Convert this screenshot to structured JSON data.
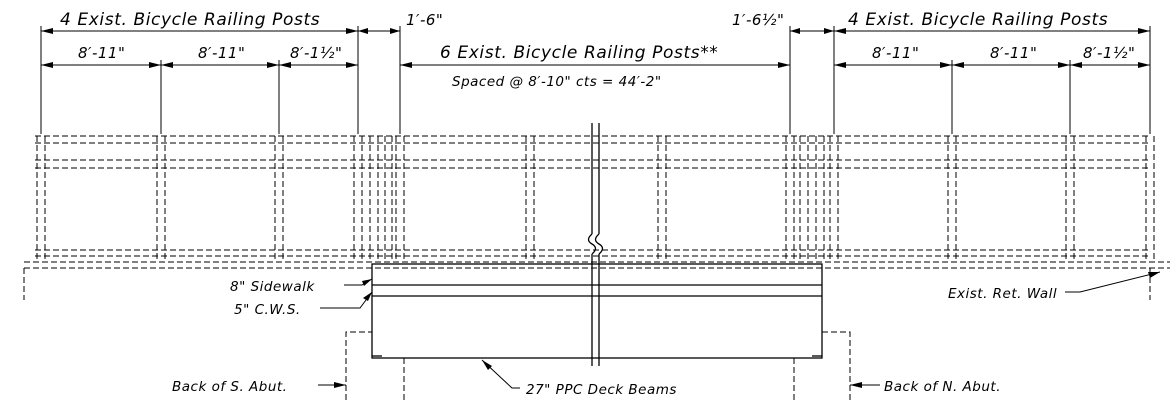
{
  "dimensions": {
    "left_group": "4 Exist. Bicycle Railing Posts",
    "left_spacing_1": "8′-11\"",
    "left_spacing_2": "8′-11\"",
    "left_spacing_3": "8′-1½\"",
    "left_gap": "1′-6\"",
    "center_group": "6 Exist. Bicycle Railing Posts**",
    "center_spacing": "Spaced @ 8′-10\" cts = 44′-2\"",
    "right_gap": "1′-6½\"",
    "right_group": "4 Exist. Bicycle Railing Posts",
    "right_spacing_1": "8′-11\"",
    "right_spacing_2": "8′-11\"",
    "right_spacing_3": "8′-1½\""
  },
  "labels": {
    "sidewalk": "8\" Sidewalk",
    "cws": "5\" C.W.S.",
    "ret_wall": "Exist. Ret. Wall",
    "s_abut": "Back of S. Abut.",
    "deck_beams": "27\" PPC Deck Beams",
    "n_abut": "Back of N. Abut."
  }
}
